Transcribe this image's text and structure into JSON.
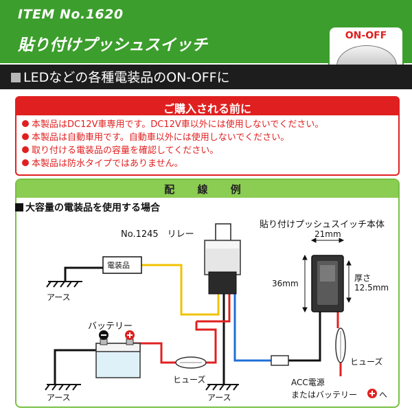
{
  "header": {
    "item_no": "ITEM No.1620",
    "product_name": "貼り付けプッシュスイッチ",
    "badge": "ON-OFF"
  },
  "subtitle": "LEDなどの各種電装品のON-OFFに",
  "notice": {
    "title": "ご購入される前に",
    "items": [
      "本製品はDC12V車専用です。DC12V車以外には使用しないでください。",
      "本製品は自動車用です。自動車以外には使用しないでください。",
      "取り付ける電装品の容量を確認してください。",
      "本製品は防水タイプではありません。"
    ]
  },
  "wiring": {
    "title": "配 線 例",
    "case_label": "大容量の電装品を使用する場合",
    "relay_label": "No.1245　リレー",
    "switch_label": "貼り付けプッシュスイッチ本体",
    "width_dim": "21mm",
    "height_dim": "36mm",
    "thickness_label": "厚さ",
    "thickness_dim": "12.5mm",
    "device_label": "電装品",
    "earth_label": "アース",
    "battery_label": "バッテリー",
    "fuse_label": "ヒューズ",
    "acc_label_1": "ACC電源",
    "acc_label_2": "またはバッテリー",
    "acc_label_3": "へ",
    "minus": "−",
    "plus": "+"
  },
  "colors": {
    "green": "#3c9e2c",
    "red": "#e02020",
    "wire_yellow": "#f2c200",
    "wire_blue": "#1e6fd8",
    "wire_red": "#e02020",
    "wire_black": "#111111"
  }
}
